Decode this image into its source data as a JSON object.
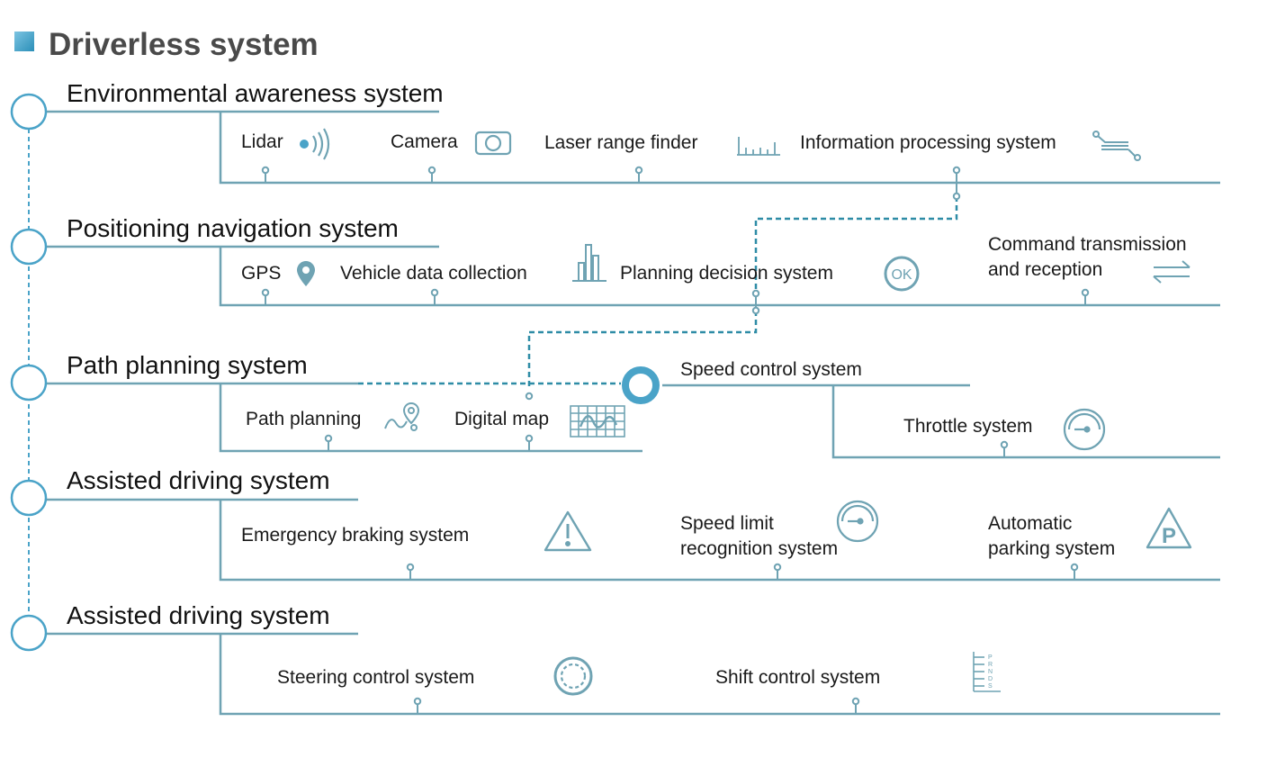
{
  "title": "Driverless system",
  "colors": {
    "line": "#6fa3b3",
    "accent": "#4aa3c8",
    "text": "#1a1a1a",
    "title": "#4a4a4a"
  },
  "sections": [
    {
      "label": "Environmental awareness system",
      "items": [
        {
          "label": "Lidar",
          "icon": "lidar-icon"
        },
        {
          "label": "Camera",
          "icon": "camera-icon"
        },
        {
          "label": "Laser range finder",
          "icon": "range-finder-icon"
        },
        {
          "label": "Information processing system",
          "icon": "processing-icon"
        }
      ]
    },
    {
      "label": "Positioning navigation system",
      "items": [
        {
          "label": "GPS",
          "icon": "location-pin-icon"
        },
        {
          "label": "Vehicle data collection",
          "icon": "bar-chart-icon"
        },
        {
          "label": "Planning decision system",
          "icon": "ok-icon"
        },
        {
          "label_lines": [
            "Command transmission",
            "and reception"
          ],
          "icon": "exchange-arrows-icon"
        }
      ]
    },
    {
      "label": "Path planning system",
      "items": [
        {
          "label": "Path planning",
          "icon": "route-icon"
        },
        {
          "label": "Digital map",
          "icon": "map-grid-icon"
        },
        {
          "label": "Speed control system",
          "icon": "ring-node-icon"
        },
        {
          "label": "Throttle system",
          "icon": "gauge-icon"
        }
      ]
    },
    {
      "label": "Assisted driving system",
      "items": [
        {
          "label": "Emergency braking system",
          "icon": "warning-icon"
        },
        {
          "label_lines": [
            "Speed limit",
            "recognition system"
          ],
          "icon": "speedometer-icon"
        },
        {
          "label_lines": [
            "Automatic",
            "parking system"
          ],
          "icon": "parking-icon"
        }
      ]
    },
    {
      "label": "Assisted driving system",
      "items": [
        {
          "label": "Steering control system",
          "icon": "steering-wheel-icon"
        },
        {
          "label": "Shift control system",
          "icon": "gear-shift-icon"
        }
      ]
    }
  ],
  "shift_letters": [
    "P",
    "R",
    "N",
    "D",
    "S"
  ]
}
